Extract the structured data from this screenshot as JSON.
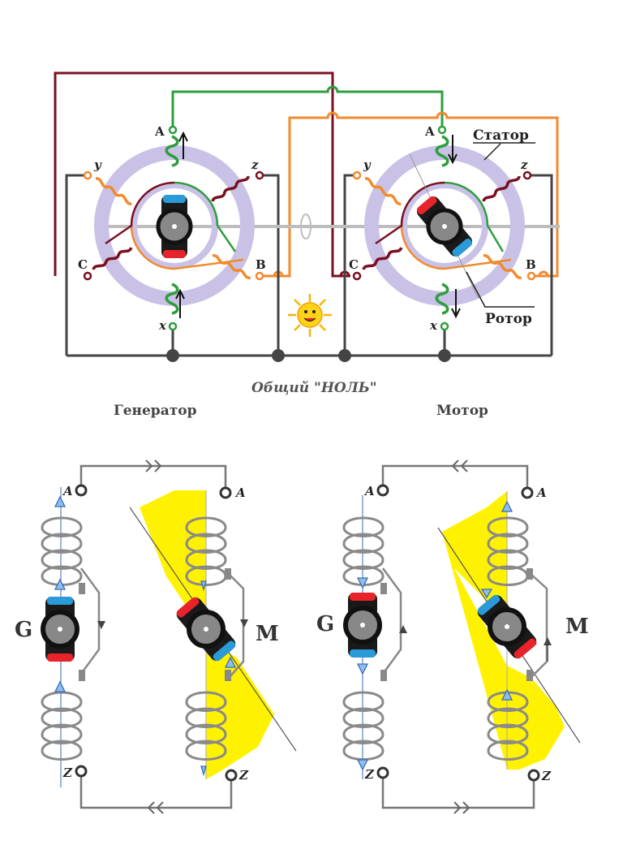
{
  "top": {
    "gen_terminals": {
      "a": "A",
      "b": "B",
      "c": "C",
      "x": "x",
      "y": "y",
      "z": "z"
    },
    "mot_terminals": {
      "a": "A",
      "b": "B",
      "c": "C",
      "x": "x",
      "y": "y",
      "z": "z"
    },
    "stator_label": "Статор",
    "rotor_label": "Ротор",
    "common_zero": "Общий \"НОЛЬ\"",
    "generator_caption": "Генератор",
    "motor_caption": "Мотор"
  },
  "bottom": {
    "left": {
      "gen_symbol": "G",
      "mot_symbol": "M",
      "a1": "A",
      "z1": "Z",
      "a2": "A",
      "z2": "Z"
    },
    "right": {
      "gen_symbol": "G",
      "mot_symbol": "M",
      "a1": "A",
      "z1": "Z",
      "a2": "A",
      "z2": "Z"
    }
  },
  "colors": {
    "phase_a": "#2e9e3e",
    "phase_b": "#f28a2e",
    "phase_c": "#7a1020",
    "stator_ring": "#c9c2e6",
    "neutral": "#444444",
    "field_zone": "#fff200",
    "pole_n": "#e8242a",
    "pole_s": "#2a9ad8"
  }
}
